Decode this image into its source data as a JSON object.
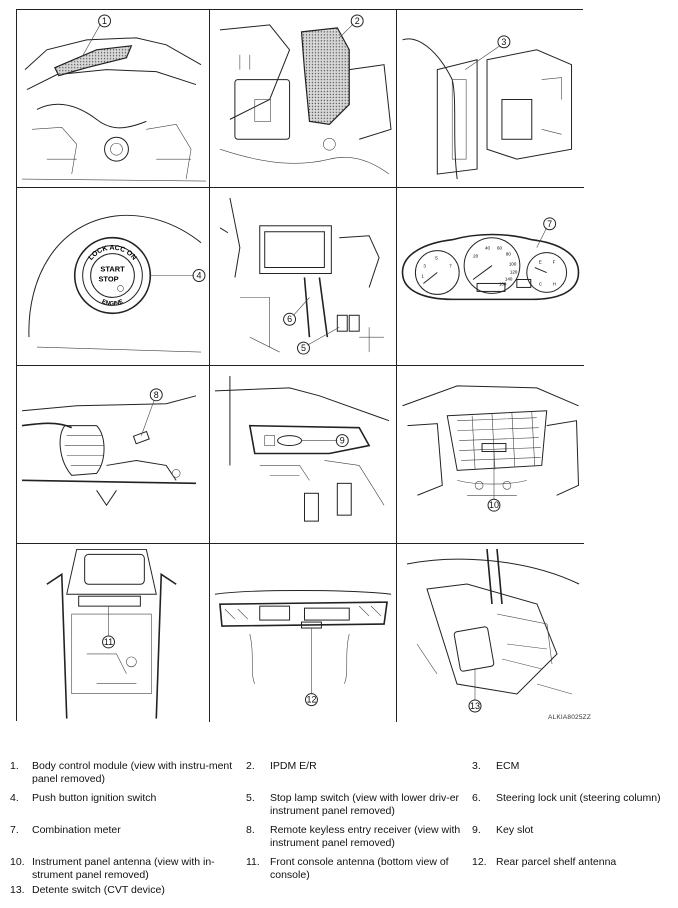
{
  "figure_id": "ALKIA8025ZZ",
  "callouts": [
    "1",
    "2",
    "3",
    "4",
    "5",
    "6",
    "7",
    "8",
    "9",
    "10",
    "11",
    "12",
    "13"
  ],
  "ignition_knob": {
    "ring_text": "LOCK ACC ON",
    "start": "START",
    "stop": "STOP",
    "engine": "ENGINE"
  },
  "meter": {
    "ticks": [
      "20",
      "40",
      "60",
      "80",
      "100",
      "120",
      "140",
      "160",
      "1",
      "2",
      "3",
      "4",
      "5",
      "6",
      "7",
      "8",
      "E",
      "F",
      "C",
      "H"
    ]
  },
  "legend": [
    {
      "num": "1.",
      "text": "Body control module (view with instru-ment panel removed)"
    },
    {
      "num": "2.",
      "text": "IPDM E/R"
    },
    {
      "num": "3.",
      "text": "ECM"
    },
    {
      "num": "4.",
      "text": "Push button ignition switch"
    },
    {
      "num": "5.",
      "text": "Stop lamp switch (view with lower driv-er instrument panel removed)"
    },
    {
      "num": "6.",
      "text": "Steering lock unit (steering column)"
    },
    {
      "num": "7.",
      "text": "Combination meter"
    },
    {
      "num": "8.",
      "text": "Remote keyless entry receiver (view with instrument panel removed)"
    },
    {
      "num": "9.",
      "text": "Key slot"
    },
    {
      "num": "10.",
      "text": "Instrument panel antenna (view with in-strument panel removed)"
    },
    {
      "num": "11.",
      "text": "Front console antenna (bottom view of console)"
    },
    {
      "num": "12.",
      "text": "Rear parcel shelf antenna"
    },
    {
      "num": "13.",
      "text": "Detente switch (CVT device)"
    }
  ]
}
